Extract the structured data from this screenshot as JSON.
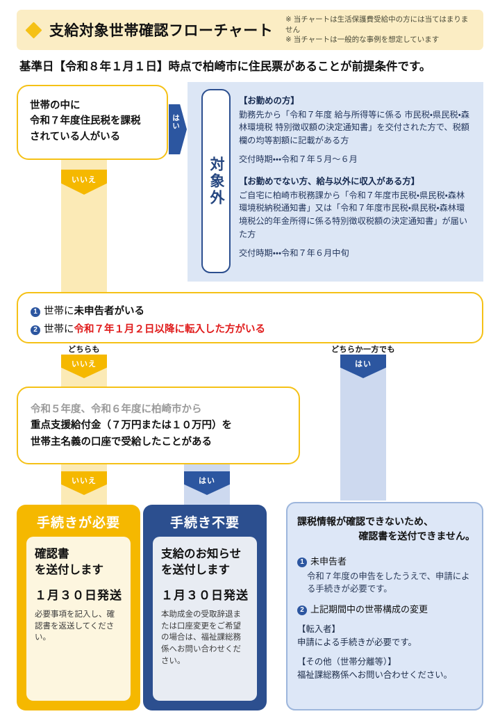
{
  "header": {
    "diamond_icon": "diamond-icon",
    "title": "支給対象世帯確認フローチャート",
    "note1": "※ 当チャートは生活保護費受給中の方には当てはまりません",
    "note2": "※ 当チャートは一般的な事例を想定しています"
  },
  "subtitle": "基準日【令和８年１月１日】時点で柏崎市に住民票があることが前提条件です。",
  "box1": {
    "line1": "世帯の中に",
    "line2": "令和７年度住民税を課税",
    "line3": "されている人がいる"
  },
  "arrows": {
    "hai_to_exempt": "はい",
    "box1_no": "いいえ",
    "box2_left_cap": "どちらも",
    "box2_left": "いいえ",
    "box2_right_cap": "どちらか一方でも",
    "box2_right": "はい",
    "box3_no": "いいえ",
    "box3_yes": "はい"
  },
  "exempt": {
    "label": "対象外",
    "group1": {
      "heading": "【お勤めの方】",
      "body": "勤務先から「令和７年度 給与所得等に係る 市民税・県民税・森林環境税 特別徴収額の決定通知書」を交付された方で、税額欄の均等割額に記載がある方",
      "when": "交付時期・・・令和７年５月〜６月"
    },
    "group2": {
      "heading": "【お勤めでない方、給与以外に収入がある方】",
      "body": "ご自宅に柏崎市税務課から「令和７年度市民税・県民税・森林環境税納税通知書」又は「令和７年度市民税・県民税・森林環境税公的年金所得に係る特別徴収税額の決定通知書」が届いた方",
      "when": "交付時期・・・令和７年６月中旬"
    }
  },
  "box2": {
    "num1": "❶",
    "item1_pre": "世帯に",
    "item1_bold": "未申告者がいる",
    "num2": "❷",
    "item2_pre": "世帯に",
    "item2_red": "令和７年１月２日以降に転入した方がいる"
  },
  "box3": {
    "line1": "令和５年度、令和６年度に柏崎市から",
    "line2": "重点支援給付金（７万円または１０万円）を",
    "line3": "世帯主名義の口座で受給したことがある"
  },
  "result_a": {
    "heading": "手続きが必要",
    "big_line1": "確認書",
    "big_line2": "を送付します",
    "date": "１月３０日発送",
    "note": "必要事項を記入し、確認書を返送してください。"
  },
  "result_b": {
    "heading": "手続き不要",
    "big_line1": "支給のお知らせ",
    "big_line2": "を送付します",
    "date": "１月３０日発送",
    "note": "本助成金の受取辞退または口座変更をご希望の場合は、福祉課総務係へお問い合わせください。"
  },
  "result_c": {
    "heading_line1": "課税情報が確認できないため、",
    "heading_line2": "確認書を送付できません。",
    "num1": "❶",
    "item1": "未申告者",
    "item1_body": "令和７年度の申告をしたうえで、申請による手続きが必要です。",
    "num2": "❷",
    "item2": "上記期間中の世帯構成の変更",
    "sub1_head": "【転入者】",
    "sub1_body": "申請による手続きが必要です。",
    "sub2_head": "【その他（世帯分離等）】",
    "sub2_body": "福祉課総務係へお問い合わせください。"
  },
  "colors": {
    "gold": "#f5b800",
    "gold_light": "#fbedc4",
    "blue": "#2c4f8f",
    "blue_light": "#dce6f5",
    "red": "#e01b1b"
  }
}
